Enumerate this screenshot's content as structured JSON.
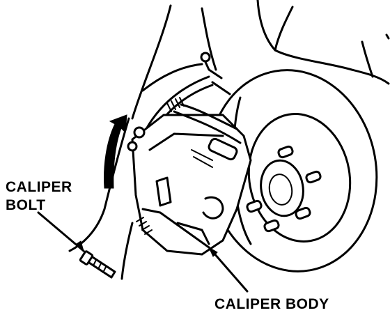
{
  "labels": {
    "caliper_bolt_line1": "CALIPER",
    "caliper_bolt_line2": "BOLT",
    "caliper_body": "CALIPER BODY"
  },
  "colors": {
    "ink": "#000000",
    "background": "#ffffff"
  },
  "icons": {
    "rotation_arrow": "curved-arrow-icon"
  }
}
